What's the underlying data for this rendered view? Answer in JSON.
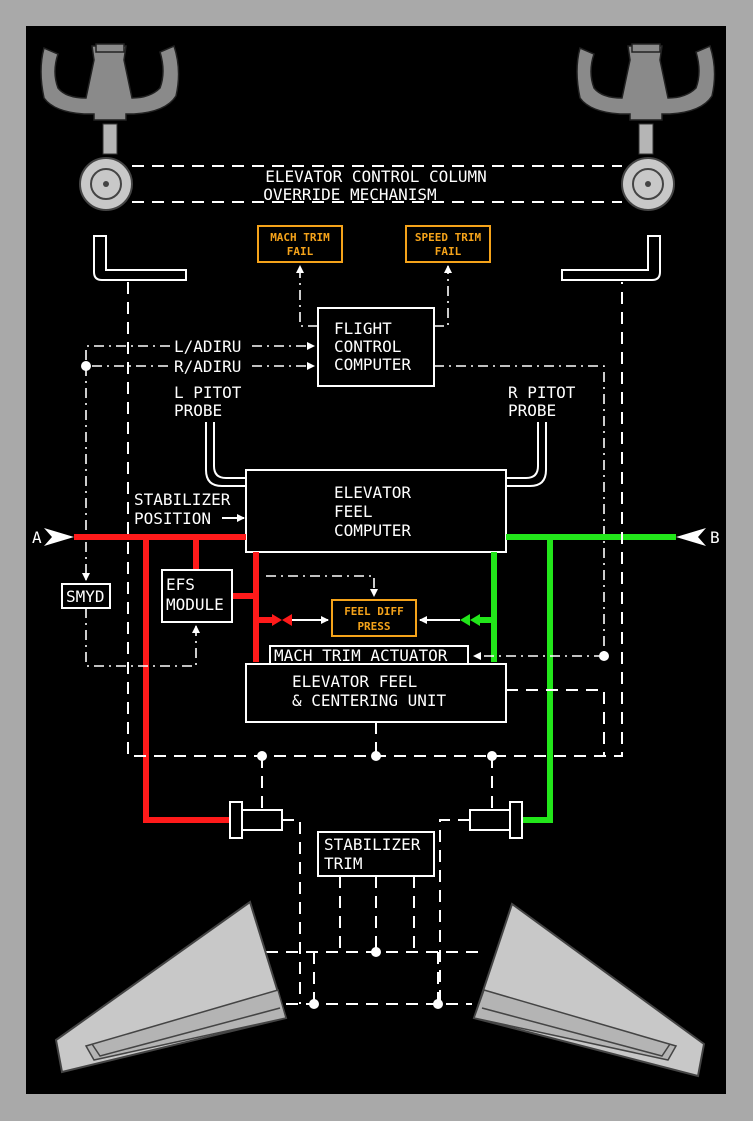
{
  "labels": {
    "override_line1": "ELEVATOR CONTROL COLUMN",
    "override_line2": "OVERRIDE MECHANISM",
    "mach_trim_fail_1": "MACH TRIM",
    "mach_trim_fail_2": "FAIL",
    "speed_trim_fail_1": "SPEED TRIM",
    "speed_trim_fail_2": "FAIL",
    "fcc_1": "FLIGHT",
    "fcc_2": "CONTROL",
    "fcc_3": "COMPUTER",
    "l_adiru": "L/ADIRU",
    "r_adiru": "R/ADIRU",
    "l_pitot_1": "L PITOT",
    "l_pitot_2": "PROBE",
    "r_pitot_1": "R PITOT",
    "r_pitot_2": "PROBE",
    "efc_1": "ELEVATOR",
    "efc_2": "FEEL",
    "efc_3": "COMPUTER",
    "stab_pos_1": "STABILIZER",
    "stab_pos_2": "POSITION",
    "hyd_a": "A",
    "hyd_b": "B",
    "smyd": "SMYD",
    "efs_1": "EFS",
    "efs_2": "MODULE",
    "feel_diff_1": "FEEL DIFF",
    "feel_diff_2": "PRESS",
    "mach_trim_actuator": "MACH TRIM ACTUATOR",
    "efcu_1": "ELEVATOR FEEL",
    "efcu_2": "& CENTERING UNIT",
    "stab_trim_1": "STABILIZER",
    "stab_trim_2": "TRIM"
  },
  "colors": {
    "system_a": "#ff1a1a",
    "system_b": "#22e61a",
    "caution": "#f5a31a",
    "background": "#000000",
    "frame": "#a9a9a9"
  },
  "icons": {
    "left_column": "control-column-yoke-icon",
    "right_column": "control-column-yoke-icon",
    "left_elevator": "elevator-surface-icon",
    "right_elevator": "elevator-surface-icon"
  }
}
